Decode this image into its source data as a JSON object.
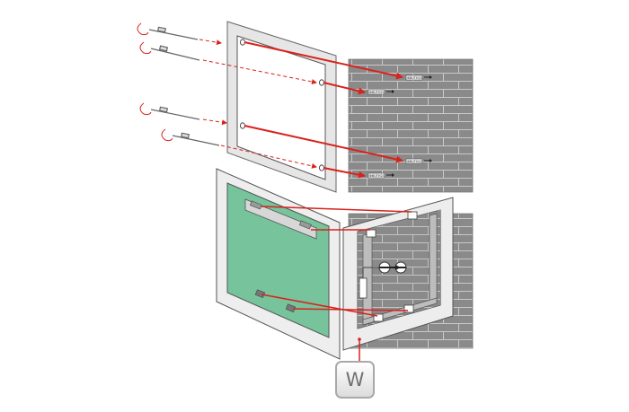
{
  "badge": {
    "label": "W"
  },
  "anchor_labels": [
    "ΦBUTH21",
    "ΦBUTH21",
    "ΦBUTH21",
    "ΦBUTH21"
  ],
  "colors": {
    "arrow": "#d8221c",
    "wall": "#8a8a8a",
    "brick_line": "#c8c8c8",
    "panel": "#76c39c",
    "frame": "#eeeeee",
    "outline": "#555555"
  },
  "icons": [
    "screwdriver-icon",
    "screw-icon",
    "anchor-icon"
  ]
}
